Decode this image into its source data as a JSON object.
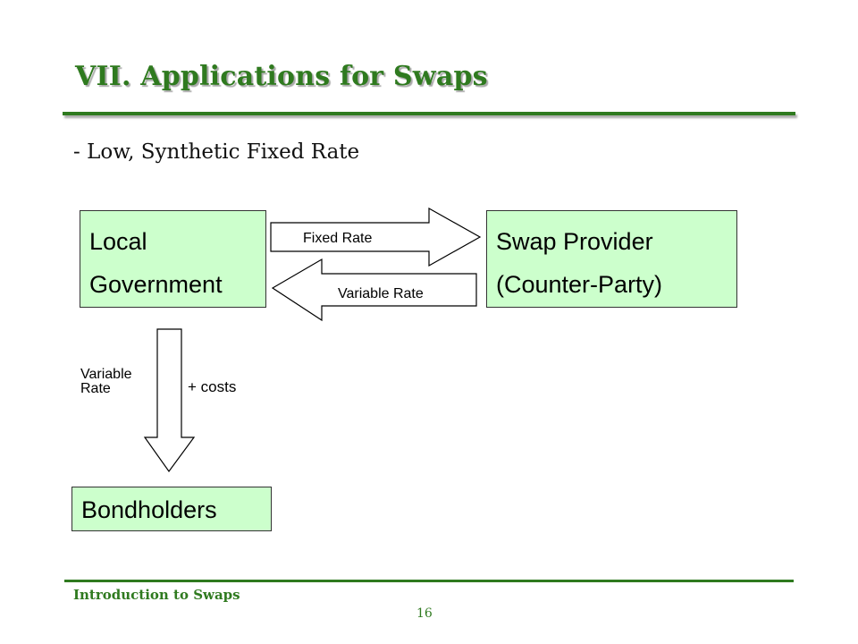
{
  "slide": {
    "title": "VII.  Applications for Swaps",
    "subtitle": "- Low, Synthetic Fixed Rate"
  },
  "diagram": {
    "local_government": {
      "line1": "Local",
      "line2": "Government"
    },
    "swap_provider": {
      "line1": "Swap Provider",
      "line2": "(Counter-Party)"
    },
    "bondholders": "Bondholders",
    "arrows": {
      "fixed_rate": "Fixed Rate",
      "variable_rate": "Variable Rate",
      "down_variable_rate": "Variable Rate",
      "costs": "+ costs"
    }
  },
  "footer": {
    "text": "Introduction to Swaps",
    "page_number": "16"
  },
  "colors": {
    "accent_green": "#2f7a1f",
    "box_fill": "#ccffcc"
  }
}
